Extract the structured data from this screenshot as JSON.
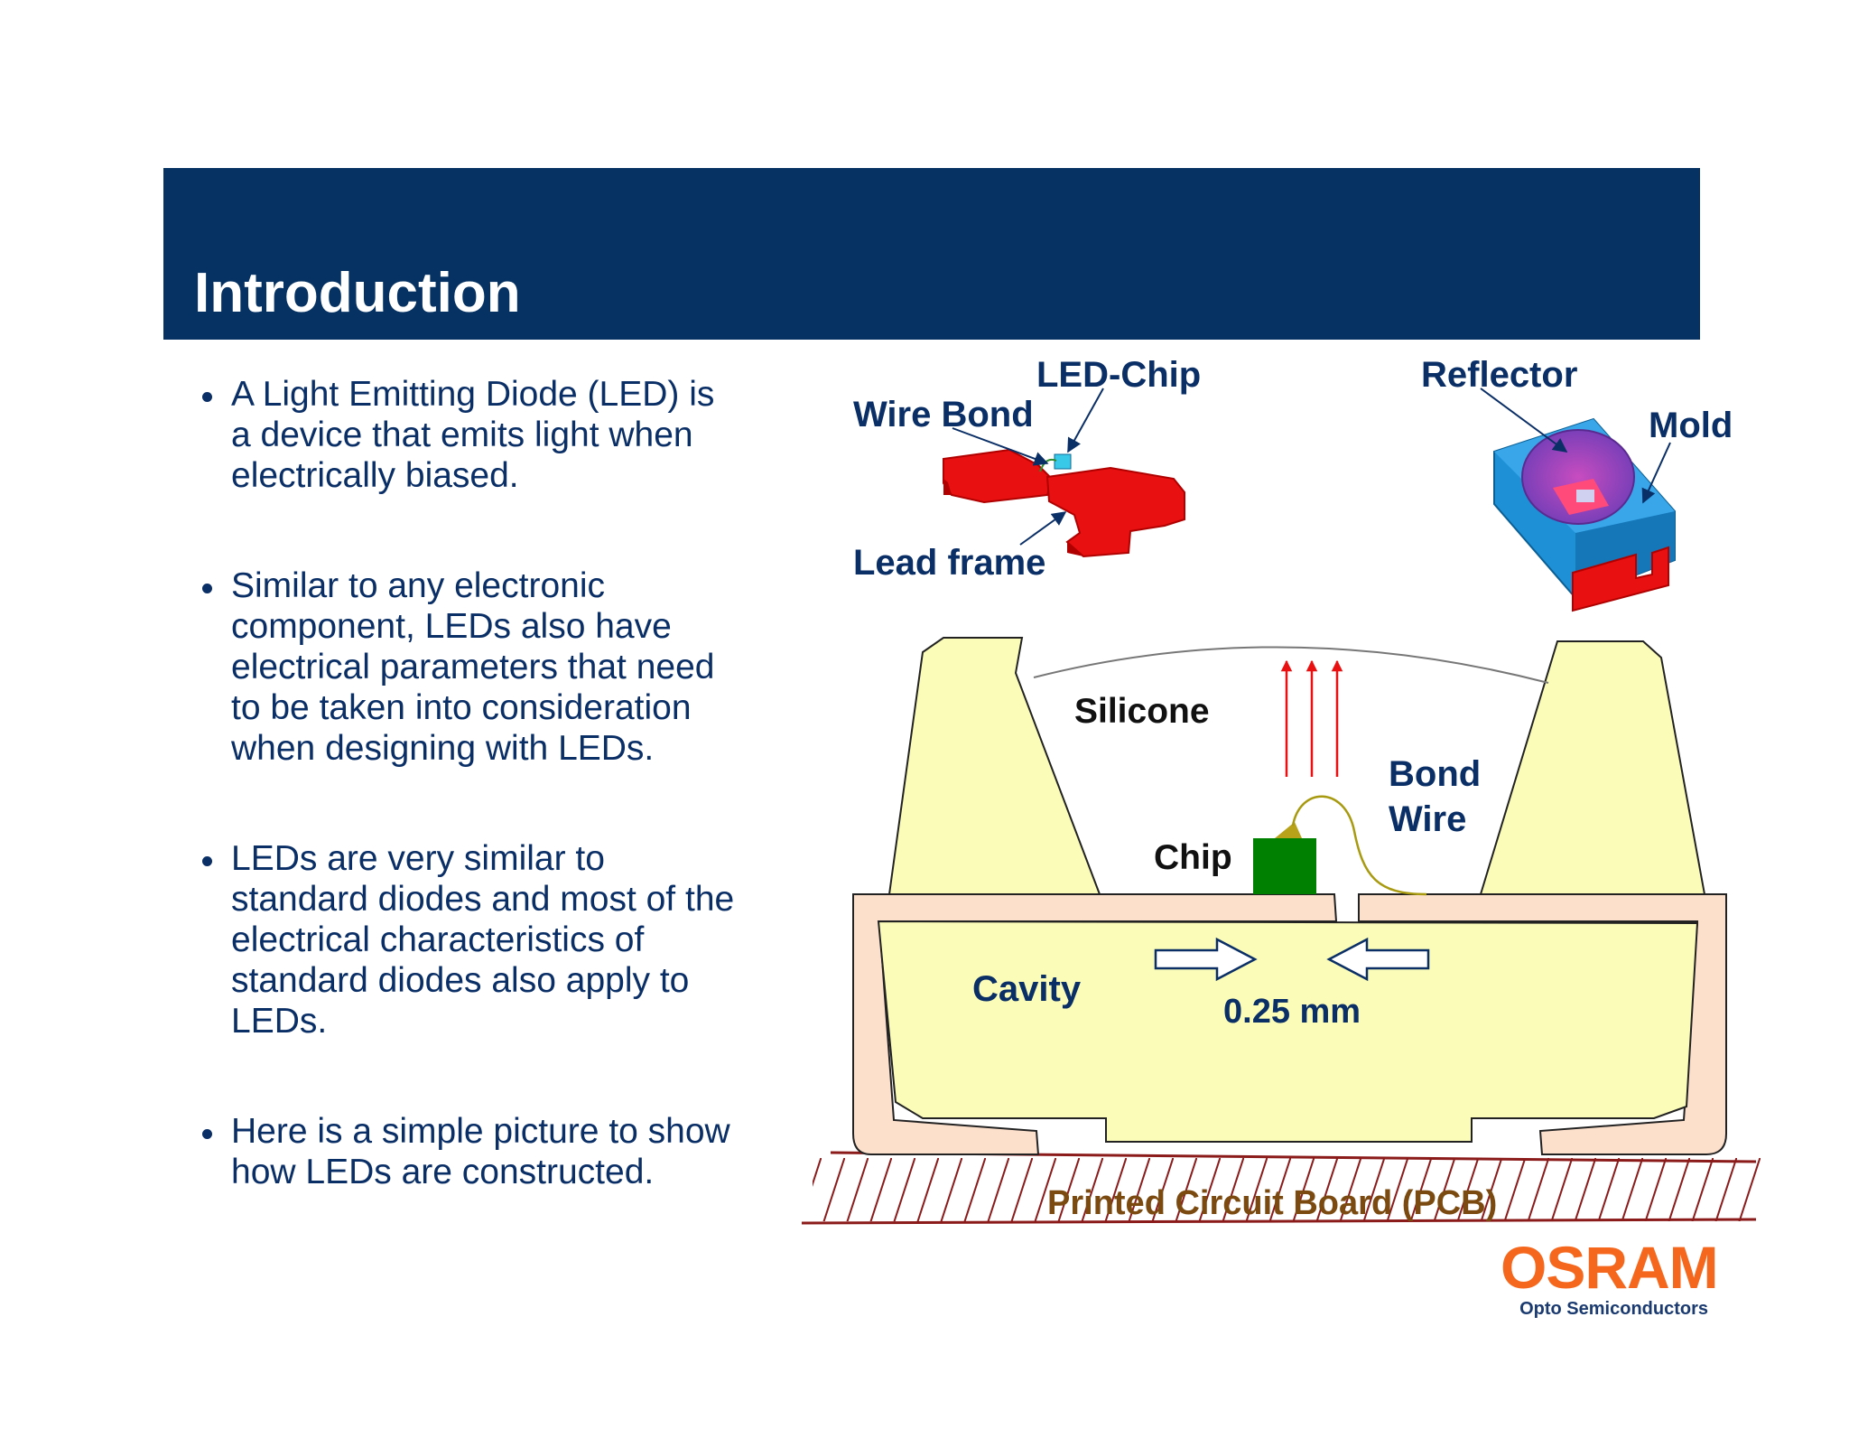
{
  "slide": {
    "title": "Introduction"
  },
  "bullets": [
    {
      "line1": "A Light Emitting Diode (LED) is",
      "line2": "a device that emits light when",
      "line3": "electrically biased."
    },
    {
      "line1": "Similar to any electronic",
      "line2": "component, LEDs also have",
      "line3": "electrical parameters that need",
      "line4": "to be taken into consideration",
      "line5": "when designing with LEDs."
    },
    {
      "line1": "LEDs are very similar to",
      "line2": "standard diodes and most of the",
      "line3": "electrical characteristics of",
      "line4": "standard diodes also apply to",
      "line5": "LEDs."
    },
    {
      "line1": "Here is a simple picture to show",
      "line2": "how LEDs are constructed."
    }
  ],
  "diagram": {
    "labels": {
      "led_chip": "LED-Chip",
      "wire_bond": "Wire Bond",
      "lead_frame": "Lead frame",
      "reflector": "Reflector",
      "mold": "Mold",
      "silicone": "Silicone",
      "bond_wire_1": "Bond",
      "bond_wire_2": "Wire",
      "chip": "Chip",
      "cavity": "Cavity",
      "gap": "0.25 mm",
      "pcb": "Printed Circuit Board (PCB)"
    }
  },
  "logo": {
    "brand": "OSRAM",
    "subtitle": "Opto Semiconductors"
  },
  "colors": {
    "header": "#053262",
    "text": "#0a2e66",
    "brand": "#f5671d",
    "pcb": "#8b1a1a",
    "leadframe_red": "#e81010",
    "mold_blue": "#1e90d6",
    "cavity_fill": "#fbfcb8",
    "frame_peach": "#fde0cc",
    "chip_green": "#008000"
  }
}
